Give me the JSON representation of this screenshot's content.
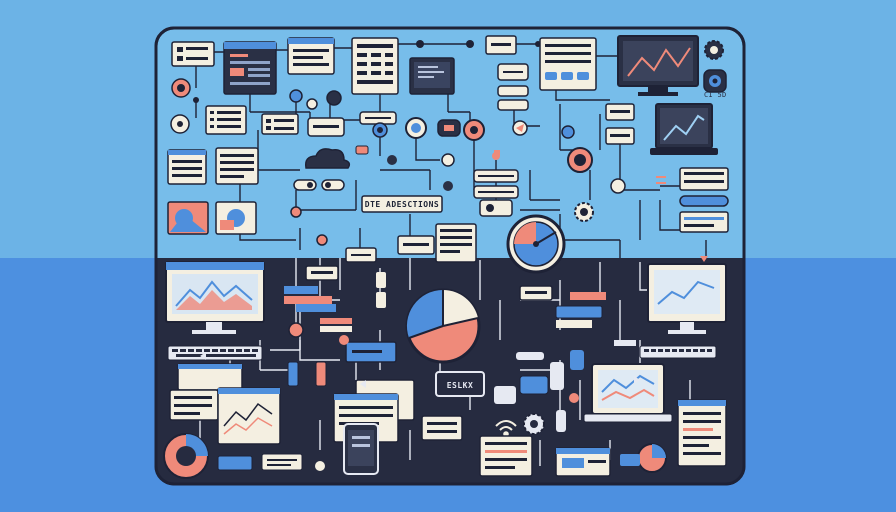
{
  "diagram": {
    "central_label": "DTE ADESCTIONS",
    "bottom_tag": "ESLKX",
    "device_label": "CI 5D"
  },
  "palette": {
    "sky": "#6cb3e6",
    "floor": "#4d90e0",
    "panel": "#262b40",
    "paper": "#f4efe1",
    "ink": "#1e2236",
    "accent_salmon": "#ef8a7a",
    "accent_blue": "#4f8fdc",
    "screen_teal": "#3f7fa8"
  },
  "icons": [
    "monitor-icon",
    "laptop-icon",
    "gear-icon",
    "cloud-icon",
    "pie-chart-icon",
    "gauge-icon",
    "keyboard-icon",
    "phone-icon",
    "document-icon",
    "wifi-icon",
    "webcam-icon"
  ]
}
